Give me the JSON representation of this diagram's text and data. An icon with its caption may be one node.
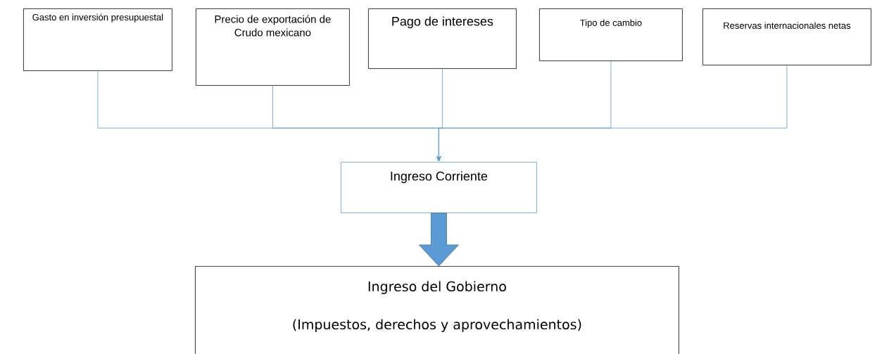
{
  "diagram": {
    "nodes": [
      {
        "text": [
          "Gasto en inversión presupuestal"
        ]
      },
      {
        "text": [
          "Precio de exportación de Crudo mexicano"
        ]
      },
      {
        "text": [
          "Pago de intereses"
        ]
      },
      {
        "text": [
          "Tipo de cambio"
        ]
      },
      {
        "text": [
          "Reservas internacionales netas"
        ]
      },
      {
        "text": [
          "Ingreso Corriente"
        ]
      },
      {
        "text": [
          "Ingreso del Gobierno",
          "(Impuestos, derechos y aprovechamientos)"
        ]
      }
    ],
    "edges": [
      {
        "from": 0,
        "to": 5,
        "arrow": "to"
      },
      {
        "from": 1,
        "to": 5,
        "arrow": "to"
      },
      {
        "from": 2,
        "to": 5,
        "arrow": "to"
      },
      {
        "from": 3,
        "to": 5,
        "arrow": "to"
      },
      {
        "from": 4,
        "to": 5,
        "arrow": "to"
      },
      {
        "from": 5,
        "to": 6,
        "arrow": "to",
        "style": "thick"
      }
    ]
  }
}
